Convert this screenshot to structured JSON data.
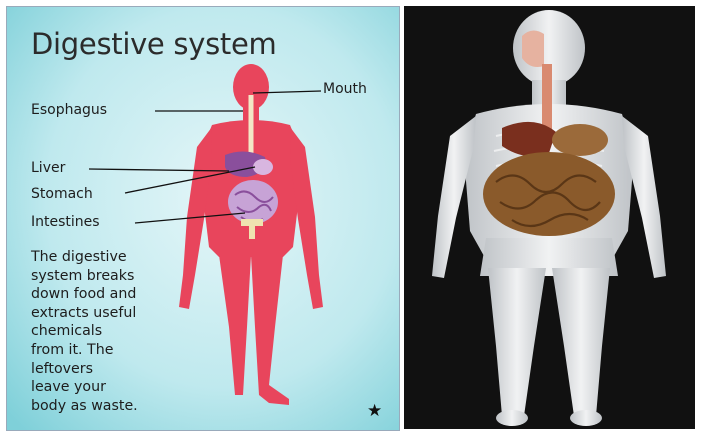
{
  "left_card": {
    "title": "Digestive system",
    "labels": {
      "mouth": "Mouth",
      "esophagus": "Esophagus",
      "liver": "Liver",
      "stomach": "Stomach",
      "intestines": "Intestines"
    },
    "description": "The digestive\nsystem breaks\ndown food and\nextracts useful\nchemicals\nfrom it. The\nleftovers\nleave your\nbody as waste.",
    "star": "★",
    "colors": {
      "background": "#bfe9ee",
      "body": "#e8455c",
      "liver": "#8a4f9c",
      "intestines": "#c7a3d6",
      "esophagus": "#f3e7c6"
    }
  },
  "right_image": {
    "colors": {
      "background": "#111111",
      "skeleton": "#e2e4e6",
      "organs": "#8a5a2b"
    }
  }
}
